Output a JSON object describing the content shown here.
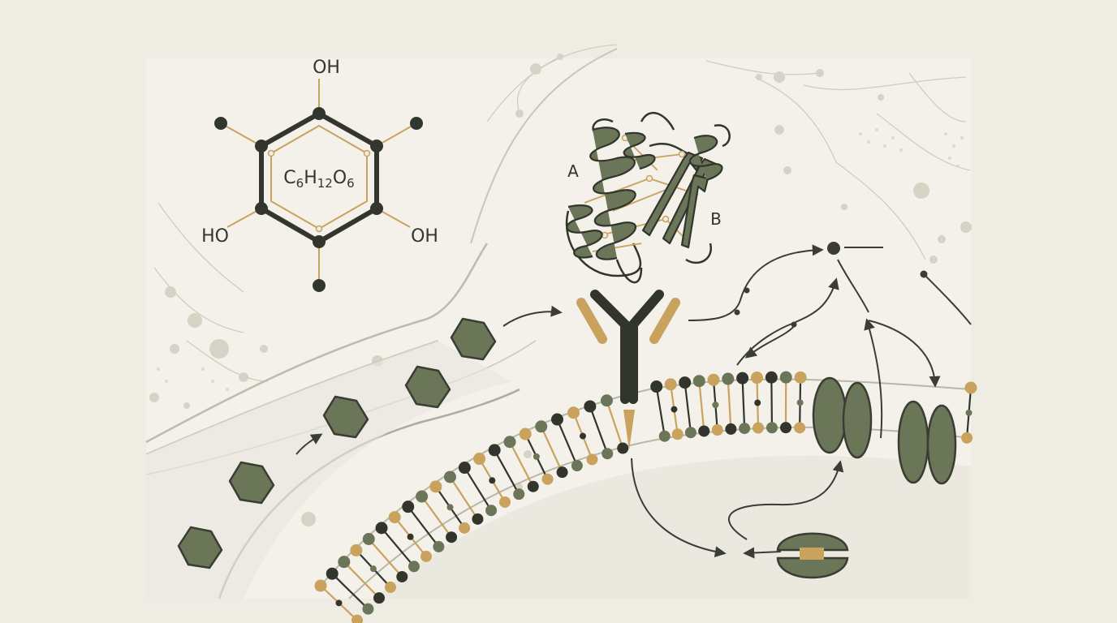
{
  "molecule": {
    "formula_base": [
      "C",
      "H",
      "O"
    ],
    "formula_subscripts": [
      "6",
      "12",
      "6"
    ],
    "group_top": "OH",
    "group_left": "HO",
    "group_right": "OH"
  },
  "protein": {
    "label_a": "A",
    "label_b": "B"
  },
  "colors": {
    "background": "#efece4",
    "panel": "#f3f1ea",
    "dark": "#31352c",
    "green": "#6b7558",
    "gold": "#c9a25e",
    "faint": "#c9c7b8"
  }
}
